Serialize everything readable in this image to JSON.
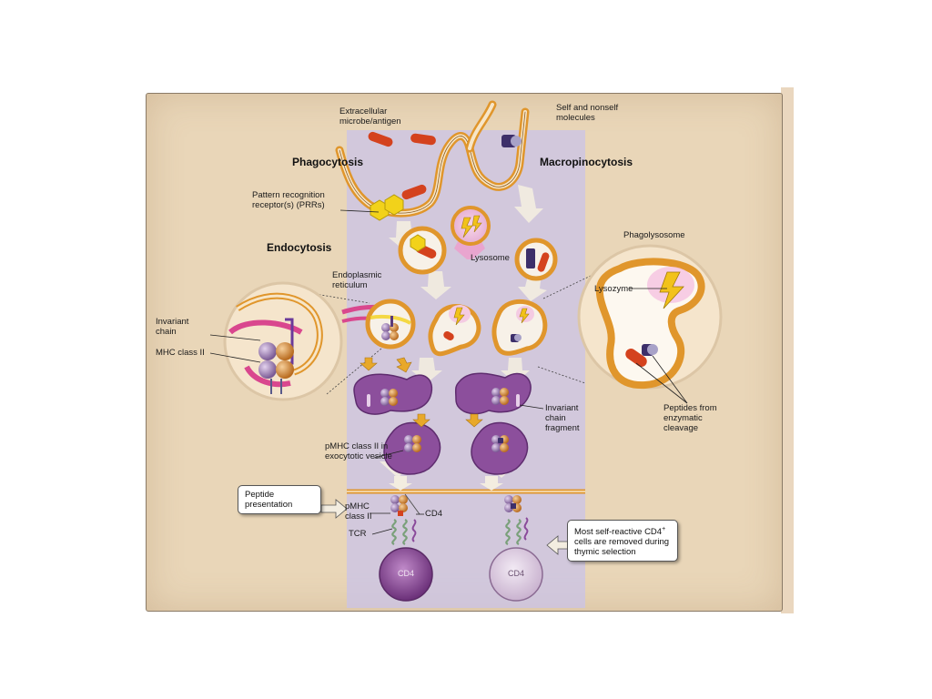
{
  "labels": {
    "extracellular": "Extracellular microbe/antigen",
    "self_nonself": "Self and nonself molecules",
    "phagocytosis": "Phagocytosis",
    "macropinocytosis": "Macropinocytosis",
    "prr": "Pattern recognition receptor(s) (PRRs)",
    "endocytosis": "Endocytosis",
    "lysosome": "Lysosome",
    "phagolysosome": "Phagolysosome",
    "er": "Endoplasmic reticulum",
    "invariant_chain": "Invariant chain",
    "mhc_class_ii": "MHC class II",
    "lysozyme": "Lysozyme",
    "peptides": "Peptides from enzymatic cleavage",
    "invariant_fragment": "Invariant chain fragment",
    "pmhc_vesicle": "pMHC class II in exocytotic vesicle",
    "pmhc": "pMHC class II",
    "cd4": "CD4",
    "tcr": "TCR",
    "cd4_cell_left": "CD4",
    "cd4_cell_right": "CD4"
  },
  "callouts": {
    "peptide_presentation": "Peptide presentation",
    "self_reactive_pre": "Most self-reactive CD4",
    "self_reactive_sup": "+",
    "self_reactive_post": " cells are removed during thymic selection"
  },
  "colors": {
    "membrane": "#e0962c",
    "cytoplasm": "#f4ead8",
    "vesicle_purple": "#8c4f9c",
    "bacterium": "#d4421e",
    "prr_yellow": "#f2d21a",
    "cd4_cell": "#7d3f8a",
    "highlight_band": "#c8c2e6"
  }
}
